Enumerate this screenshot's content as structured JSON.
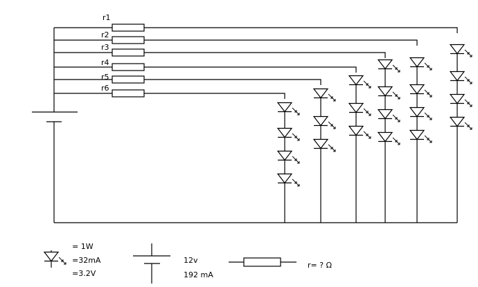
{
  "resistor_labels": [
    "r1",
    "r2",
    "r3",
    "r4",
    "r5",
    "r6"
  ],
  "legend": {
    "led_specs": [
      "= 1W",
      "=32mA",
      "=3.2V"
    ],
    "supply_specs": [
      "12v",
      "192 mA"
    ],
    "resistor_spec": "r= ?  Ω"
  },
  "led_columns": [
    {
      "rail": "r6",
      "leds": 4
    },
    {
      "rail": "r5",
      "leds": 3
    },
    {
      "rail": "r4",
      "leds": 3
    },
    {
      "rail": "r3",
      "leds": 4
    },
    {
      "rail": "r2",
      "leds": 4
    },
    {
      "rail": "r1",
      "leds": 4
    }
  ]
}
